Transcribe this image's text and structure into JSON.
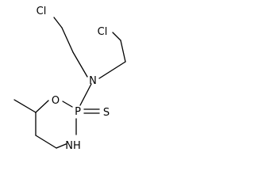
{
  "molecule": {
    "atoms": {
      "cl_left": "Cl",
      "cl_right": "Cl",
      "n_amine": "N",
      "o_ring": "O",
      "p_center": "P",
      "s_thione": "S",
      "nh_ring": "NH"
    }
  },
  "colors": {
    "ink": "#000000",
    "background": "#ffffff"
  }
}
